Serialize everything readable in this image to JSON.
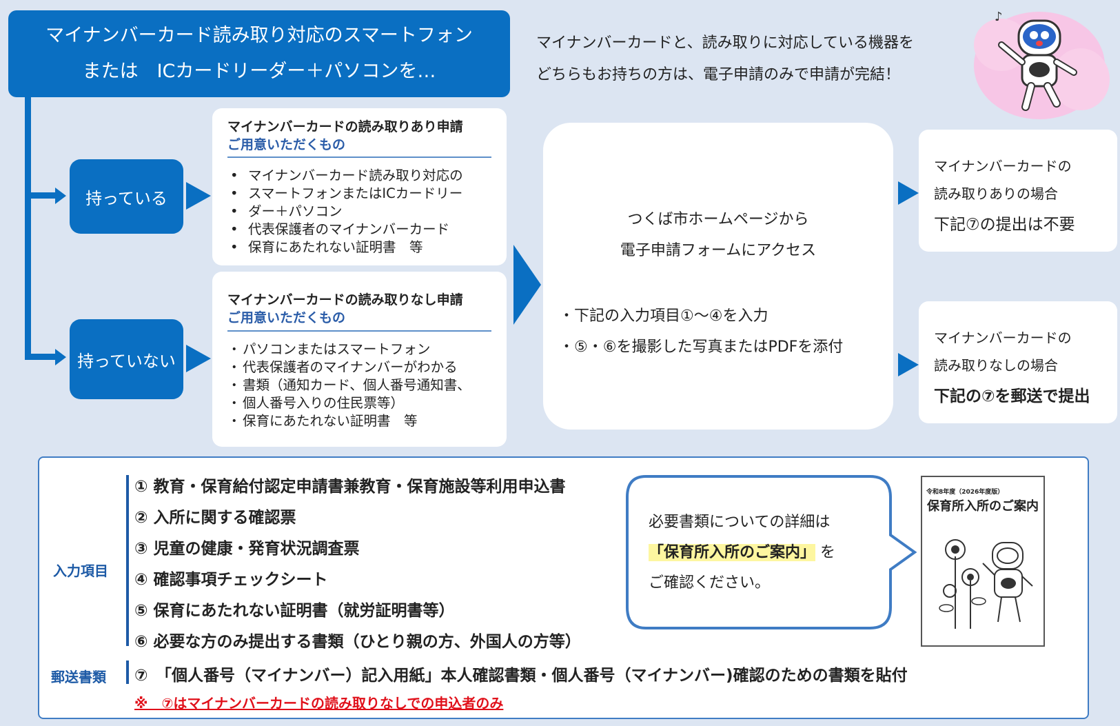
{
  "header": {
    "line1": "マイナンバーカード読み取り対応のスマートフォン",
    "line2": "または　ICカードリーダー＋パソコンを…"
  },
  "intro": {
    "line1": "マイナンバーカードと、読み取りに対応している機器を",
    "line2": "どちらもお持ちの方は、電子申請のみで申請が完結！"
  },
  "branches": {
    "have": {
      "label": "持っている",
      "card_title": "マイナンバーカードの読み取りあり申請",
      "card_subtitle": "ご用意いただくもの",
      "items": [
        "マイナンバーカード読み取り対応の",
        "スマートフォンまたはICカードリー",
        "ダー＋パソコン",
        "代表保護者のマイナンバーカード",
        "保育にあたれない証明書　等"
      ]
    },
    "have_not": {
      "label": "持っていない",
      "card_title": "マイナンバーカードの読み取りなし申請",
      "card_subtitle": "ご用意いただくもの",
      "items": [
        "パソコンまたはスマートフォン",
        "代表保護者のマイナンバーがわかる",
        "書類（通知カード、個人番号通知書、",
        "個人番号入りの住民票等）",
        "保育にあたれない証明書　等"
      ]
    }
  },
  "center": {
    "line1": "つくば市ホームページから",
    "line2": "電子申請フォームにアクセス",
    "step1": "・下記の入力項目①～④を入力",
    "step2": "・⑤・⑥を撮影した写真またはPDFを添付"
  },
  "results": {
    "with_reader": {
      "line1": "マイナンバーカードの",
      "line2": "読み取りありの場合",
      "line3": "下記⑦の提出は不要"
    },
    "without_reader": {
      "line1": "マイナンバーカードの",
      "line2": "読み取りなしの場合",
      "line3": "下記の⑦を郵送で提出"
    }
  },
  "panel": {
    "input_label": "入力項目",
    "mail_label": "郵送書類",
    "items": [
      "①  教育・保育給付認定申請書兼教育・保育施設等利用申込書",
      "②  入所に関する確認票",
      "③  児童の健康・発育状況調査票",
      "④  確認事項チェックシート",
      "⑤  保育にあたれない証明書（就労証明書等）",
      "⑥  必要な方のみ提出する書類（ひとり親の方、外国人の方等）"
    ],
    "mail_item": "⑦　「個人番号（マイナンバー）記入用紙」本人確認書類・個人番号（マイナンバー)確認のための書類を貼付",
    "note": "※　⑦はマイナンバーカードの読み取りなしでの申込者のみ",
    "bubble": {
      "line1": "必要書類についての詳細は",
      "highlight": "「保育所入所のご案内」",
      "line2_suffix": "を",
      "line3": "ご確認ください。"
    },
    "booklet": {
      "small": "令和8年度（2026年度版）",
      "title": "保育所入所のご案内"
    }
  },
  "colors": {
    "primary": "#0a6fc2",
    "background": "#dce5f2",
    "note_red": "#e0101a",
    "label_blue": "#1d5aa6"
  }
}
